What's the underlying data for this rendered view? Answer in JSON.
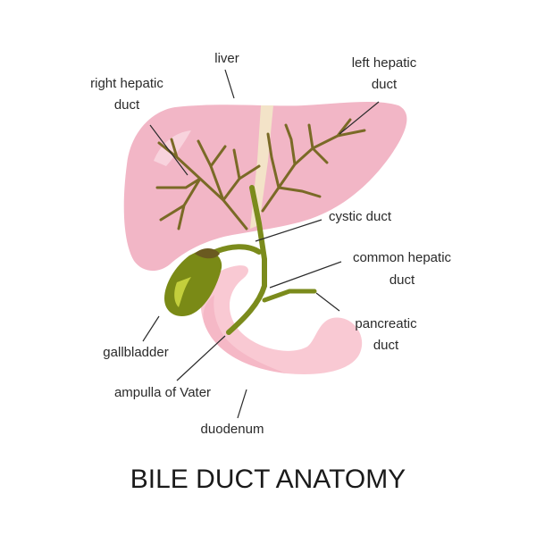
{
  "title": "BILE DUCT ANATOMY",
  "labels": {
    "liver": "liver",
    "left_hepatic_duct_1": "left hepatic",
    "left_hepatic_duct_2": "duct",
    "right_hepatic_duct_1": "right hepatic",
    "right_hepatic_duct_2": "duct",
    "cystic_duct": "cystic duct",
    "common_hepatic_duct_1": "common hepatic",
    "common_hepatic_duct_2": "duct",
    "pancreatic_duct_1": "pancreatic",
    "pancreatic_duct_2": "duct",
    "gallbladder": "gallbladder",
    "ampulla_of_vater": "ampulla of Vater",
    "duodenum": "duodenum"
  },
  "colors": {
    "liver": "#f2b6c6",
    "liver_highlight": "#f8d3dd",
    "ligament": "#f3e3c8",
    "duodenum": "#f9c9d3",
    "duodenum_shadow": "#f3b1c0",
    "bile_ducts": "#7a6a26",
    "gallbladder": "#7a8a16",
    "gallbladder_highlight": "#c3cf3c",
    "biliary_tree": "#7b8b1c"
  }
}
